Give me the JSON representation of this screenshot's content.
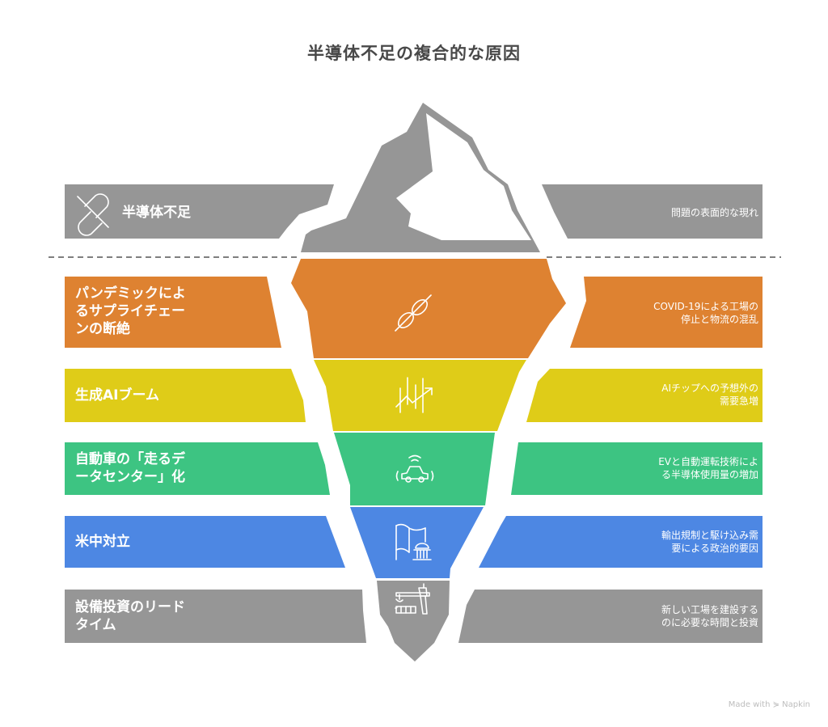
{
  "title": "半導体不足の複合的な原因",
  "colors": {
    "gray": "#969696",
    "orange": "#DE8231",
    "yellow": "#DFCC18",
    "green": "#3DC482",
    "blue": "#4D87E3",
    "dashed_line": "#555555",
    "title_text": "#484848"
  },
  "surface": {
    "label": "半導体不足",
    "description": "問題の表面的な現れ",
    "icon": "broken-pill-icon"
  },
  "layers": [
    {
      "label": "パンデミックによるサプライチェーンの断絶",
      "label_lines": [
        "パンデミックによ",
        "るサプライチェー",
        "ンの断絶"
      ],
      "description_lines": [
        "COVID-19による工場の",
        "停止と物流の混乱"
      ],
      "icon": "chain-link-icon",
      "color": "orange"
    },
    {
      "label": "生成AIブーム",
      "label_lines": [
        "生成AIブーム"
      ],
      "description_lines": [
        "AIチップへの予想外の",
        "需要急増"
      ],
      "icon": "growth-chart-icon",
      "color": "yellow"
    },
    {
      "label": "自動車の「走るデータセンター」化",
      "label_lines": [
        "自動車の「走るデ",
        "ータセンター」化"
      ],
      "description_lines": [
        "EVと自動運転技術によ",
        "る半導体使用量の増加"
      ],
      "icon": "connected-car-icon",
      "color": "green"
    },
    {
      "label": "米中対立",
      "label_lines": [
        "米中対立"
      ],
      "description_lines": [
        "輸出規制と駆け込み需",
        "要による政治的要因"
      ],
      "icon": "flag-government-icon",
      "color": "blue"
    },
    {
      "label": "設備投資のリードタイム",
      "label_lines": [
        "設備投資のリード",
        "タイム"
      ],
      "description_lines": [
        "新しい工場を建設する",
        "のに必要な時間と投資"
      ],
      "icon": "crane-construction-icon",
      "color": "gray"
    }
  ],
  "credit": "Made with ⋟ Napkin"
}
